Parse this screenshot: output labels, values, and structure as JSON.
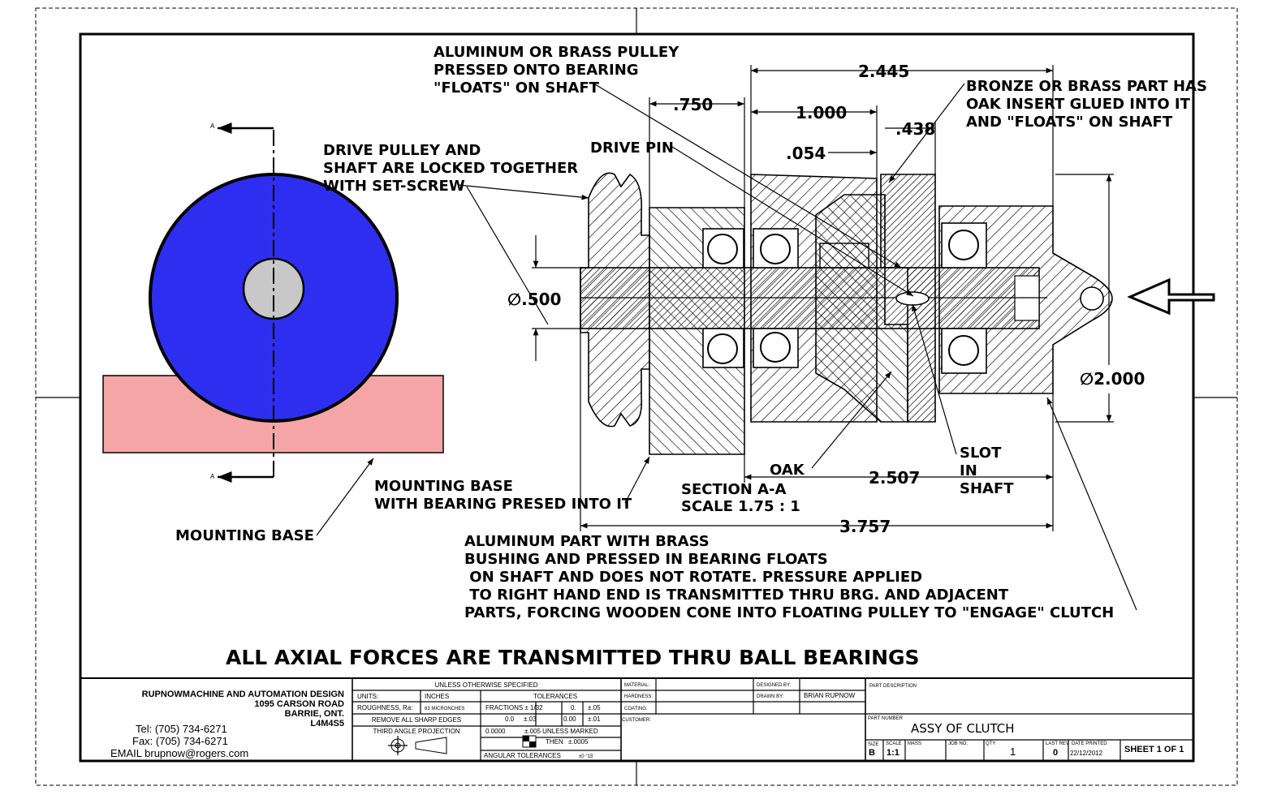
{
  "colors": {
    "wheel": "#2e2ef0",
    "hub": "#c8c8c8",
    "base": "#f5a5a6",
    "line": "#000000"
  },
  "section_markers": {
    "top": "A",
    "bottom": "A"
  },
  "notes": {
    "pulley_line1": "ALUMINUM OR BRASS PULLEY",
    "pulley_line2": "PRESSED ONTO BEARING",
    "pulley_line3": "\"FLOATS\" ON SHAFT",
    "bronze_line1": "BRONZE OR BRASS PART HAS",
    "bronze_line2": "OAK INSERT GLUED INTO IT",
    "bronze_line3": "AND \"FLOATS\" ON SHAFT",
    "drive_line1": "DRIVE PULLEY AND",
    "drive_line2": "SHAFT ARE LOCKED TOGETHER",
    "drive_line3": "WITH SET-SCREW",
    "drive_pin": "DRIVE PIN",
    "oak": "OAK",
    "slot_line1": "SLOT",
    "slot_line2": "IN",
    "slot_line3": "SHAFT",
    "section_line1": "SECTION A-A",
    "section_line2": "SCALE 1.75 : 1",
    "mounting_base_line1": "MOUNTING BASE",
    "mounting_base_line2": "WITH BEARING PRESED INTO IT",
    "mounting_base_left": "MOUNTING BASE",
    "aluminum_line1": "ALUMINUM PART WITH BRASS",
    "aluminum_line2": "BUSHING  AND PRESSED IN BEARING FLOATS",
    "aluminum_line3": " ON SHAFT AND DOES NOT ROTATE. PRESSURE APPLIED",
    "aluminum_line4": " TO RIGHT HAND END IS TRANSMITTED THRU BRG. AND ADJACENT",
    "aluminum_line5": "PARTS, FORCING WOODEN CONE INTO FLOATING PULLEY TO \"ENGAGE\" CLUTCH",
    "footer": "ALL AXIAL FORCES ARE TRANSMITTED THRU BALL BEARINGS"
  },
  "dimensions": {
    "d2445": "2.445",
    "d750": ".750",
    "d1000": "1.000",
    "d438": ".438",
    "d054": ".054",
    "dia500": "∅.500",
    "dia2000": "∅2.000",
    "d2507": "2.507",
    "d3757": "3.757"
  },
  "title_block": {
    "company": "RUPNOWMACHINE AND AUTOMATION DESIGN",
    "street": "1095 CARSON ROAD",
    "city": "BARRIE, ONT.",
    "postal": "L4M4S5",
    "tel": "Tel: (705) 734-6271",
    "fax": "Fax: (705) 734-6271",
    "email": "EMAIL brupnow@rogers.com",
    "unless_specified": "UNLESS OTHERWISE SPECIFIED",
    "units_label": "UNITS:",
    "units_value": "INCHES",
    "tolerances": "TOLERANCES",
    "roughness_label": "ROUGHNESS, Ra:",
    "roughness_value": "63 MICRONCHES",
    "fractions": "FRACTIONS ± 1/32",
    "tol_a1": "0.",
    "tol_a2": "±.05",
    "remove_edges": "REMOVE ALL SHARP EDGES",
    "tol_b1": "0.0",
    "tol_b2": "±.03",
    "tol_b3": "0.00",
    "tol_b4": "±.01",
    "projection": "THIRD ANGLE PROJECTION",
    "tol_c1": "0.0000",
    "tol_c2": "±.005 UNLESS MARKED",
    "tol_c3": "THEN",
    "tol_c4": "±.0005",
    "angular": "ANGULAR TOLERANCES",
    "angular_value": "±0 °15'",
    "material": "MATERIAL:",
    "hardness": "HARDNESS:",
    "coating": "COATING:",
    "customer": "CUSTOMER:",
    "designed_by": "DESIGNED BY:",
    "drawn_by": "DRAWN BY:",
    "drawn_by_value": "BRIAN RUPNOW",
    "part_description": "PART DESCRIPTION",
    "part_number_label": "PART NUMBER",
    "part_number": "ASSY OF CLUTCH",
    "size_label": "SIZE",
    "size": "B",
    "scale_label": "SCALE",
    "scale": "1:1",
    "mass_label": "MASS",
    "job_label": "JOB NO.",
    "qty_label": "QTY",
    "qty": "1",
    "rev_label": "LAST REV",
    "rev": "0",
    "date_label": "DATE PRINTED",
    "date": "22/12/2012",
    "sheet": "SHEET 1 OF 1"
  }
}
